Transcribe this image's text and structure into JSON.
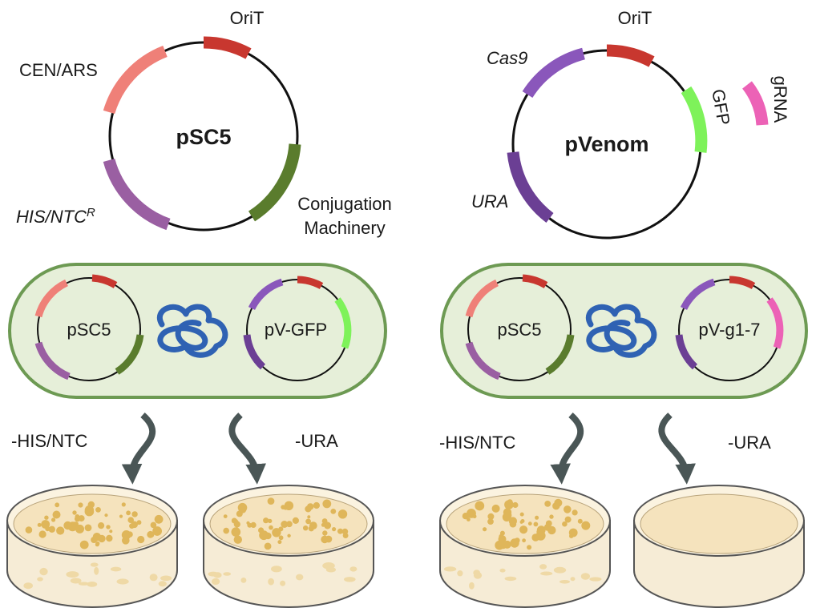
{
  "colors": {
    "orit": "#c8372f",
    "cen_ars": "#ef8078",
    "his_ntc": "#9a5fa2",
    "conjugation": "#5a7c2d",
    "cas9": "#8a57bb",
    "gfp": "#7ef25a",
    "grna": "#ec62b6",
    "ura": "#6b3f94",
    "cell_fill": "#e6efd9",
    "cell_border": "#6d9a53",
    "genome": "#2f62b3",
    "arrow": "#4a5656",
    "colony": "#dfb65a"
  },
  "plasmids": {
    "psc5": {
      "name": "pSC5",
      "orit": "OriT",
      "cen_ars": "CEN/ARS",
      "his_ntc": "HIS/NTC",
      "his_ntc_sup": "R",
      "conjugation_line1": "Conjugation",
      "conjugation_line2": "Machinery"
    },
    "pvenom": {
      "name": "pVenom",
      "orit": "OriT",
      "cas9": "Cas9",
      "gfp": "GFP",
      "grna": "gRNA",
      "ura": "URA"
    }
  },
  "cells": [
    {
      "plasmid_a": "pSC5",
      "plasmid_b": "pV-GFP"
    },
    {
      "plasmid_a": "pSC5",
      "plasmid_b": "pV-g1-7"
    }
  ],
  "selections": [
    {
      "label": "-HIS/NTC",
      "colonies": true
    },
    {
      "label": "-URA",
      "colonies": true
    },
    {
      "label": "-HIS/NTC",
      "colonies": true
    },
    {
      "label": "-URA",
      "colonies": false
    }
  ]
}
